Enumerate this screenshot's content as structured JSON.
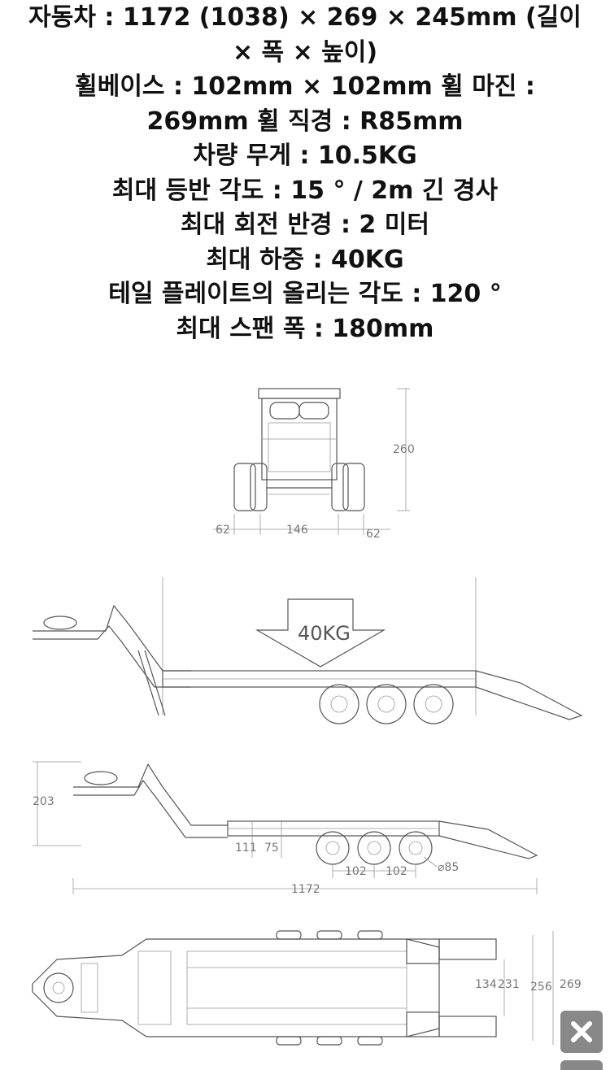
{
  "specs": [
    "자동차 : 1172 (1038) × 269 × 245mm (길이",
    "× 폭 × 높이)",
    "휠베이스 : 102mm × 102mm 휠 마진 :",
    "269mm 휠 직경 : R85mm",
    "차량 무게 : 10.5KG",
    "최대 등반 각도 : 15 ° / 2m 긴 경사",
    "최대 회전 반경 : 2 미터",
    "최대 하중 : 40KG",
    "테일 플레이트의 올리는 각도 : 120 °",
    "최대 스팬 폭 : 180mm"
  ],
  "front_view": {
    "height": "260",
    "left": "62",
    "center": "146",
    "right": "62"
  },
  "load_view": {
    "load_label": "40KG"
  },
  "side_view": {
    "height": "203",
    "d1": "111",
    "d2": "75",
    "wb1": "102",
    "wb2": "102",
    "wheel": "⌀85",
    "length": "1172"
  },
  "top_view": {
    "w1": "134",
    "w2": "231",
    "w3": "256",
    "w4": "269"
  },
  "close_icon": "close-icon"
}
